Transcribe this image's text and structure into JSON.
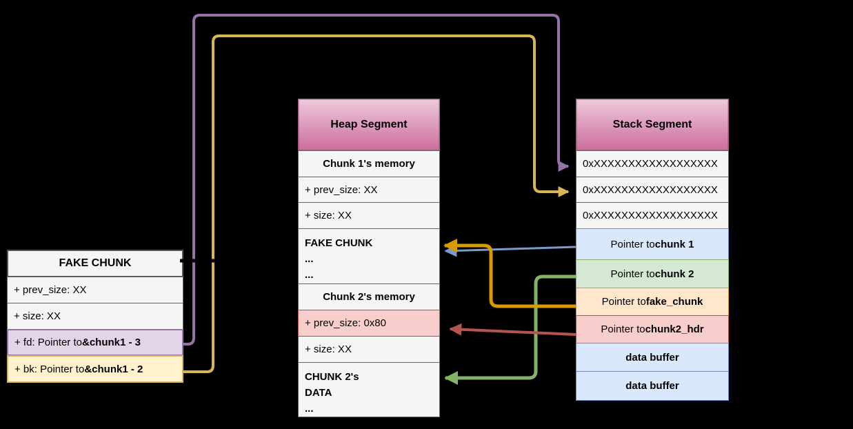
{
  "colors": {
    "purpleLine": "#9673a6",
    "yellowLine": "#d6b656",
    "blueLineC": "#7b9cc9",
    "blueBorder": "#6c8ebf",
    "orangeLine": "#d79b00",
    "greenLine": "#82b366",
    "redLine": "#b85450",
    "purpleFill": "#e1d5e7",
    "yellowFill": "#fff2cc",
    "blueFill": "#dae8fc",
    "greenFill": "#d5e8d4",
    "orangeFill": "#ffe6cc",
    "redFill": "#f8cecc",
    "grayFill": "#f5f5f5",
    "hdrTop": "#eec9db",
    "hdrBottom": "#cc6d9d",
    "hdrBorder": "#a05c84"
  },
  "fake_chunk_table": {
    "title": "FAKE CHUNK",
    "rows": [
      {
        "text": "+ prev_size: XX"
      },
      {
        "text": "+ size: XX"
      },
      {
        "prefix": "+ fd: Pointer to ",
        "bold": "&chunk1 - 3"
      },
      {
        "prefix": "+ bk: Pointer to ",
        "bold": "&chunk1 - 2"
      }
    ]
  },
  "heap_table": {
    "title": "Heap Segment",
    "rows": [
      {
        "text": "Chunk 1's memory"
      },
      {
        "text": "+ prev_size: XX"
      },
      {
        "text": "+ size: XX"
      },
      {
        "lines": [
          "FAKE CHUNK",
          "...",
          "..."
        ]
      },
      {
        "text": "Chunk 2's memory"
      },
      {
        "text": "+ prev_size: 0x80"
      },
      {
        "text": "+ size: XX"
      },
      {
        "lines": [
          "CHUNK 2's",
          "DATA",
          "..."
        ]
      }
    ]
  },
  "stack_table": {
    "title": "Stack Segment",
    "rows": [
      {
        "text": "0xXXXXXXXXXXXXXXXXXX"
      },
      {
        "text": "0xXXXXXXXXXXXXXXXXXX"
      },
      {
        "text": "0xXXXXXXXXXXXXXXXXXX"
      },
      {
        "prefix": "Pointer to ",
        "bold": "chunk 1"
      },
      {
        "prefix": "Pointer to ",
        "bold": "chunk 2"
      },
      {
        "prefix": "Pointer to ",
        "bold": "fake_chunk"
      },
      {
        "prefix": "Pointer to ",
        "bold": "chunk2_hdr"
      },
      {
        "text": "data buffer"
      },
      {
        "text": "data buffer"
      }
    ]
  },
  "arrows": [
    {
      "name": "fd-to-stack-row1",
      "color": "purple"
    },
    {
      "name": "bk-to-stack-row2",
      "color": "yellow"
    },
    {
      "name": "ptr-chunk1-to-fake-chunk",
      "color": "blue"
    },
    {
      "name": "ptr-chunk2-to-chunk2-data",
      "color": "green"
    },
    {
      "name": "ptr-chunk2hdr-to-prev-size",
      "color": "red"
    },
    {
      "name": "ptr-fake-chunk-to-fake-chunk",
      "color": "orange"
    }
  ]
}
